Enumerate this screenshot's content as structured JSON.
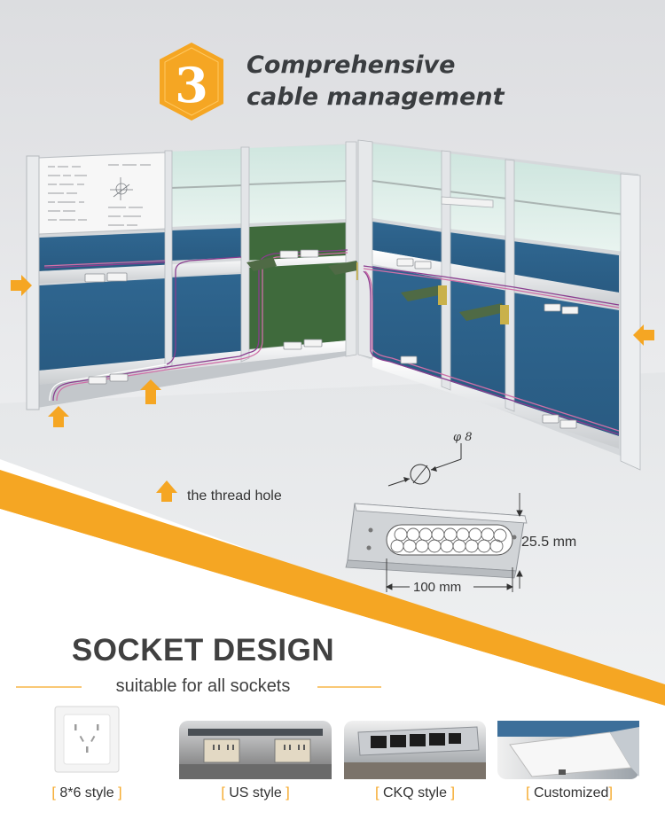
{
  "header": {
    "badge_number": "3",
    "headline_line1": "Comprehensive",
    "headline_line2": "cable management"
  },
  "diagram": {
    "thread_hole_label": "the thread hole",
    "height_dimension": "25.5 mm",
    "width_dimension": "100 mm",
    "diameter_symbol": "φ 8"
  },
  "socket_section": {
    "title": "SOCKET DESIGN",
    "subtitle": "suitable for all sockets",
    "styles": [
      {
        "label": "8*6 style"
      },
      {
        "label": "US style"
      },
      {
        "label": "CKQ style"
      },
      {
        "label": "Customized"
      }
    ]
  },
  "colors": {
    "accent_orange": "#f5a623",
    "panel_blue": "#2c5f8a",
    "panel_green": "#3f6a3c",
    "text_dark": "#404040"
  }
}
